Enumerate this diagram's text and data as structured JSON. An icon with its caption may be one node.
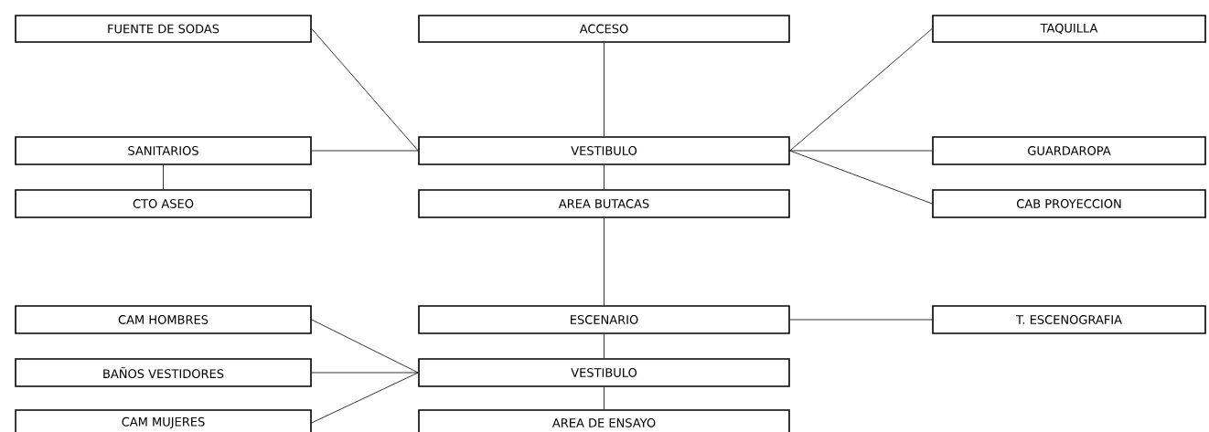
{
  "diagram": {
    "nodes": [
      {
        "text": [
          "FUENTE DE SODAS"
        ]
      },
      {
        "text": [
          "ACCESO"
        ]
      },
      {
        "text": [
          "TAQUILLA"
        ]
      },
      {
        "text": [
          "SANITARIOS"
        ]
      },
      {
        "text": [
          "VESTIBULO"
        ]
      },
      {
        "text": [
          "GUARDAROPA"
        ]
      },
      {
        "text": [
          "CTO ASEO"
        ]
      },
      {
        "text": [
          "AREA BUTACAS"
        ]
      },
      {
        "text": [
          "CAB PROYECCION"
        ]
      },
      {
        "text": [
          "CAM HOMBRES"
        ]
      },
      {
        "text": [
          "ESCENARIO"
        ]
      },
      {
        "text": [
          "T. ESCENOGRAFIA"
        ]
      },
      {
        "text": [
          "BAÑOS VESTIDORES"
        ]
      },
      {
        "text": [
          "VESTIBULO"
        ]
      },
      {
        "text": [
          "CAM MUJERES"
        ]
      },
      {
        "text": [
          "AREA DE ENSAYO"
        ]
      }
    ],
    "edges": [
      {
        "from": 0,
        "to": 4,
        "arrow": "none"
      },
      {
        "from": 1,
        "to": 4,
        "arrow": "none"
      },
      {
        "from": 4,
        "to": 2,
        "arrow": "none"
      },
      {
        "from": 3,
        "to": 4,
        "arrow": "none"
      },
      {
        "from": 4,
        "to": 5,
        "arrow": "none"
      },
      {
        "from": 3,
        "to": 6,
        "arrow": "none"
      },
      {
        "from": 4,
        "to": 7,
        "arrow": "none"
      },
      {
        "from": 4,
        "to": 8,
        "arrow": "none"
      },
      {
        "from": 7,
        "to": 10,
        "arrow": "none"
      },
      {
        "from": 10,
        "to": 11,
        "arrow": "none"
      },
      {
        "from": 9,
        "to": 13,
        "arrow": "none"
      },
      {
        "from": 10,
        "to": 13,
        "arrow": "none"
      },
      {
        "from": 12,
        "to": 13,
        "arrow": "none"
      },
      {
        "from": 14,
        "to": 13,
        "arrow": "none"
      },
      {
        "from": 13,
        "to": 15,
        "arrow": "none"
      }
    ]
  }
}
